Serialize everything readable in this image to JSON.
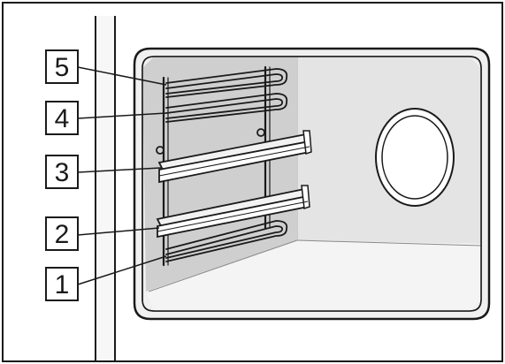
{
  "diagram": {
    "subject": "oven-interior-shelf-positions",
    "colors": {
      "line": "#1a1a1a",
      "cavity_back": "#d9d9d9",
      "cavity_side": "#eeeeee",
      "floor": "#e6e6e6",
      "frame": "#f7f7f7",
      "label_fill": "#ffffff"
    },
    "shelf_labels": [
      {
        "id": "5",
        "text": "5"
      },
      {
        "id": "4",
        "text": "4"
      },
      {
        "id": "3",
        "text": "3"
      },
      {
        "id": "2",
        "text": "2"
      },
      {
        "id": "1",
        "text": "1"
      }
    ]
  }
}
